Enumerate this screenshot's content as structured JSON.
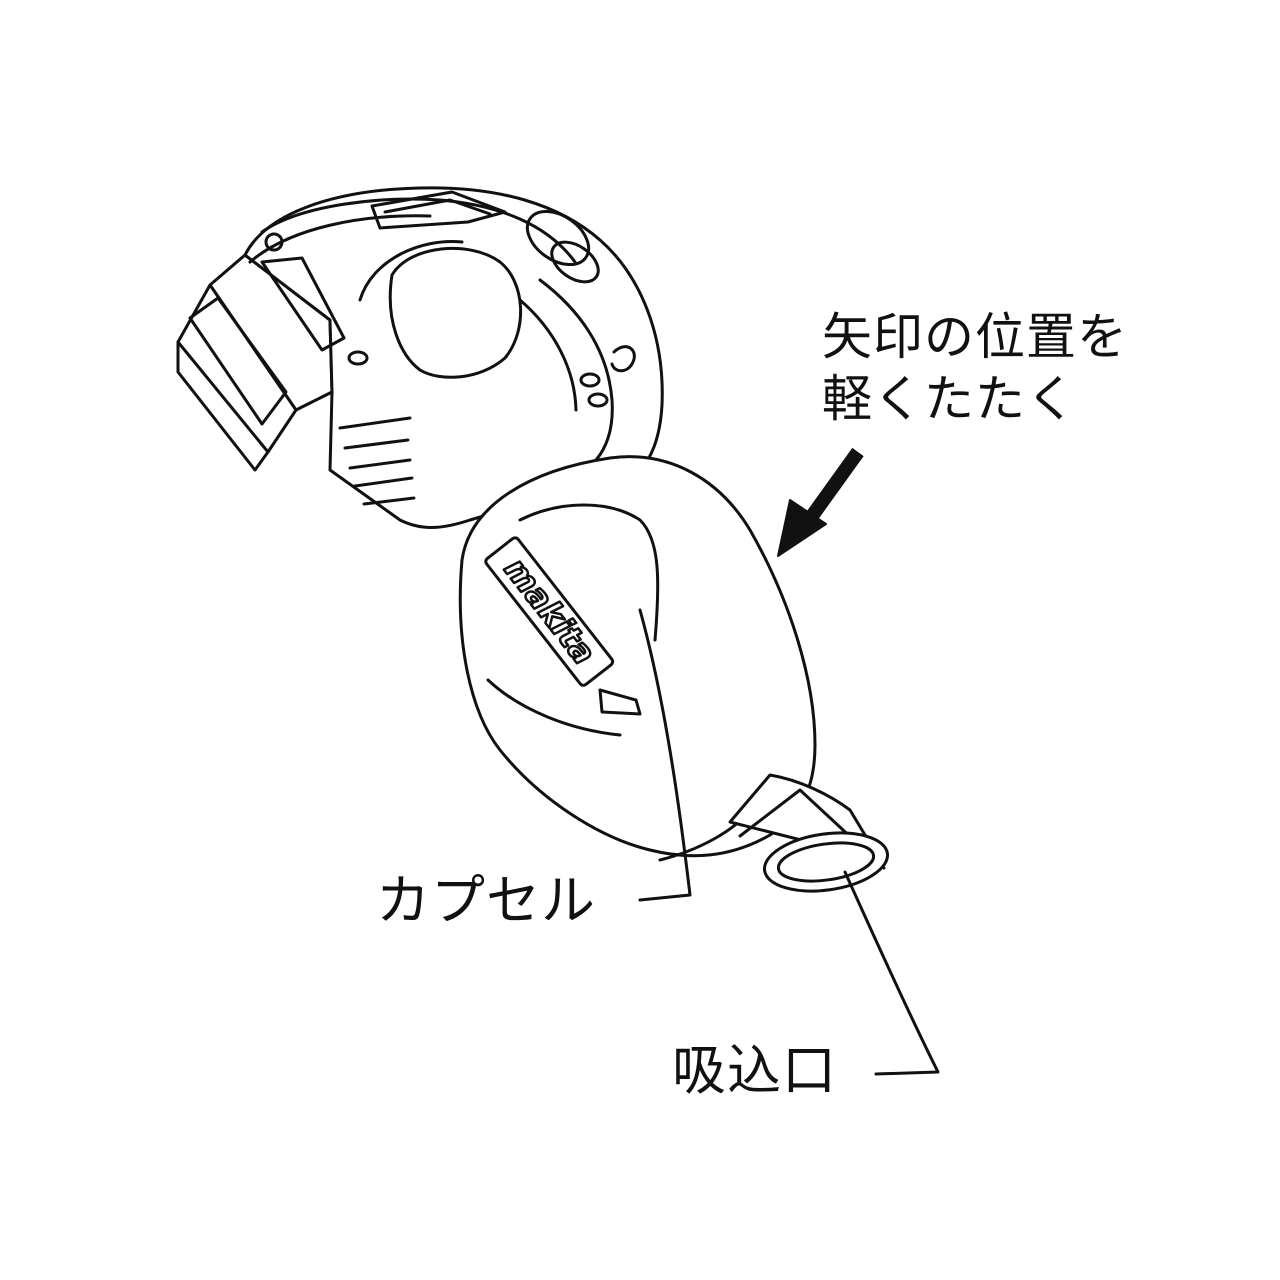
{
  "diagram": {
    "instruction_line1": "矢印の位置を",
    "instruction_line2": "軽くたたく",
    "capsule_label": "カプセル",
    "inlet_label": "吸込口",
    "brand_logo": "makita",
    "arrow_icon": "tap-arrow-icon",
    "colors": {
      "stroke": "#111111",
      "background": "#ffffff"
    }
  }
}
